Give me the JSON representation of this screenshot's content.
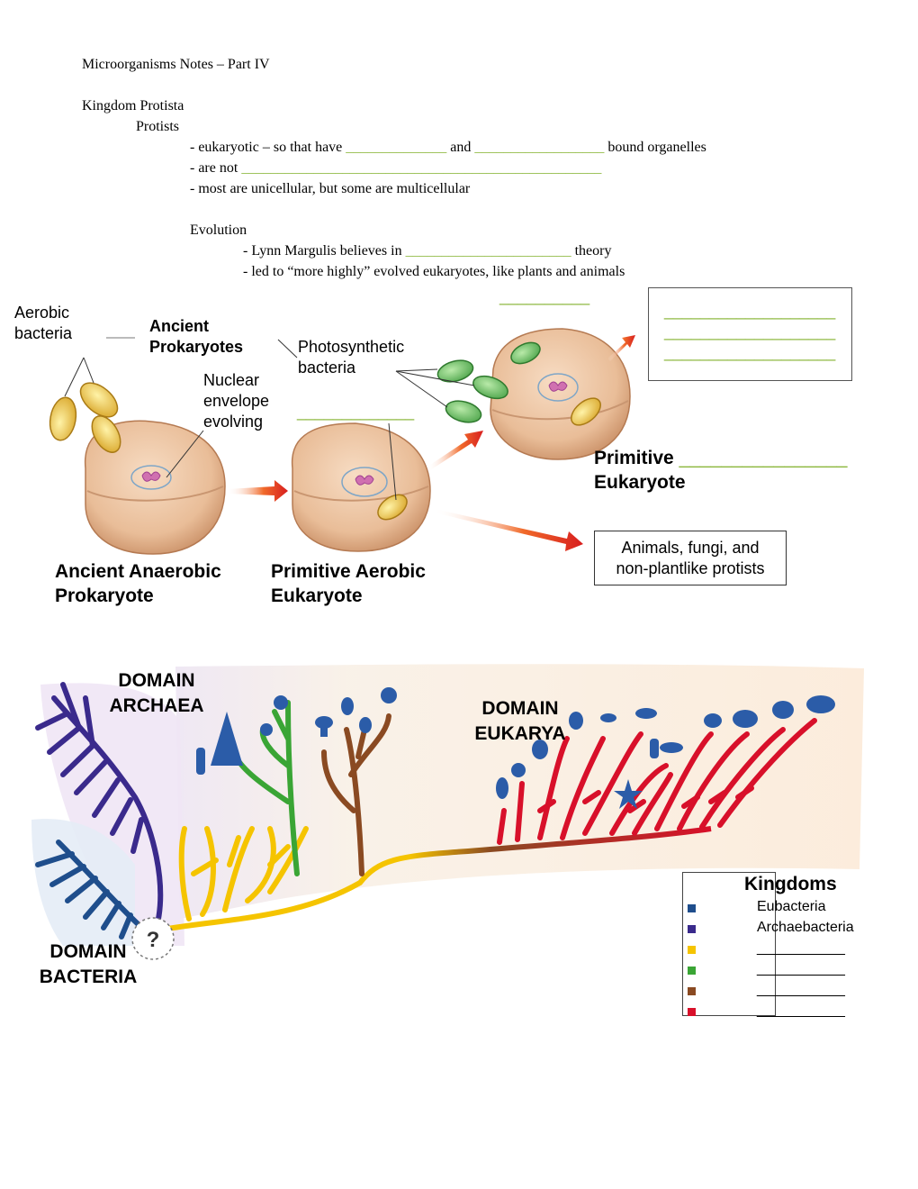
{
  "notes": {
    "title": "Microorganisms Notes – Part IV",
    "kingdom": "Kingdom Protista",
    "protists": "Protists",
    "line1_pre": "- eukaryotic – so that have ",
    "line1_blank1": "______________",
    "line1_mid": " and ",
    "line1_blank2": "__________________",
    "line1_post": " bound organelles",
    "line2_pre": "- are not ",
    "line2_blank": "__________________________________________________",
    "line3": "- most are unicellular, but some are multicellular",
    "evolution": "Evolution",
    "line4_pre": "- Lynn Margulis believes in ",
    "line4_blank": "_______________________",
    "line4_post": " theory",
    "line5": "- led to “more highly” evolved eukaryotes, like plants and animals"
  },
  "endosymbiosis": {
    "aerobic_bacteria_1": "Aerobic",
    "aerobic_bacteria_2": "bacteria",
    "ancient_prokaryotes_1": "Ancient",
    "ancient_prokaryotes_2": "Prokaryotes",
    "photosynthetic_1": "Photosynthetic",
    "photosynthetic_2": "bacteria",
    "nuclear_1": "Nuclear",
    "nuclear_2": "envelope",
    "nuclear_3": "evolving",
    "blank_top": "__________",
    "blank_mito": "_____________",
    "box_blank_1": "___________________",
    "box_blank_2": "___________________",
    "box_blank_3": "___________________",
    "primitive_euk_1": "Primitive",
    "primitive_euk_blank": "________________",
    "primitive_euk_2": "Eukaryote",
    "animals_box_1": "Animals, fungi, and",
    "animals_box_2": "non-plantlike protists",
    "ancient_anaerobic_1": "Ancient Anaerobic",
    "ancient_anaerobic_2": "Prokaryote",
    "primitive_aerobic_1": "Primitive Aerobic",
    "primitive_aerobic_2": "Eukaryote"
  },
  "tree": {
    "domain_archaea_1": "DOMAIN",
    "domain_archaea_2": "ARCHAEA",
    "domain_eukarya_1": "DOMAIN",
    "domain_eukarya_2": "EUKARYA",
    "domain_bacteria_1": "DOMAIN",
    "domain_bacteria_2": "BACTERIA",
    "question": "?"
  },
  "legend": {
    "title": "Kingdoms",
    "items": [
      {
        "label": "Eubacteria",
        "color": "#1f4e8c"
      },
      {
        "label": "Archaebacteria",
        "color": "#3a2a8c"
      },
      {
        "label": "___________",
        "color": "#f5c400"
      },
      {
        "label": "___________",
        "color": "#3aa535"
      },
      {
        "label": "___________",
        "color": "#8a4a22"
      },
      {
        "label": "___________",
        "color": "#d8102a"
      }
    ]
  }
}
